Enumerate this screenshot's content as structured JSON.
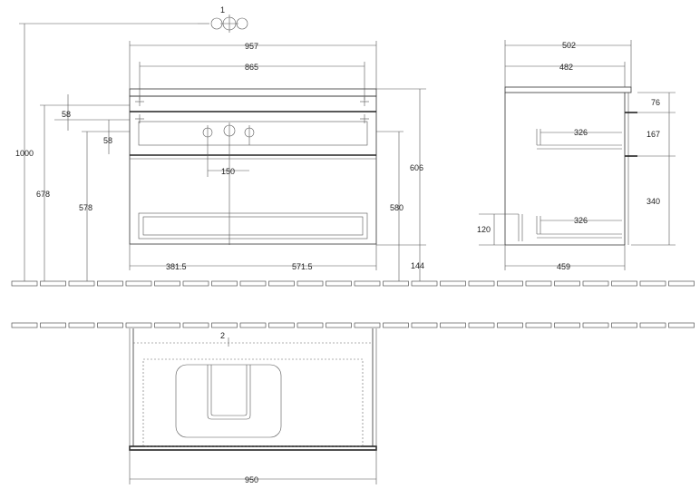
{
  "callouts": {
    "top": "1",
    "plan": "2"
  },
  "front_view": {
    "width_total": "957",
    "width_inner": "865",
    "tap_spacing": "150",
    "left_offset": "381.5",
    "right_offset": "571.5",
    "top_margin_1": "58",
    "top_margin_2": "58",
    "height_1000": "1000",
    "height_678": "678",
    "height_578": "578",
    "height_606": "606",
    "height_580": "580",
    "floor_gap": "144"
  },
  "side_view": {
    "depth_total": "502",
    "depth_inner": "482",
    "depth_base": "459",
    "drawer_1": "326",
    "drawer_2": "326",
    "h_76": "76",
    "h_167": "167",
    "h_340": "340",
    "h_120": "120"
  },
  "plan_view": {
    "width": "950"
  }
}
